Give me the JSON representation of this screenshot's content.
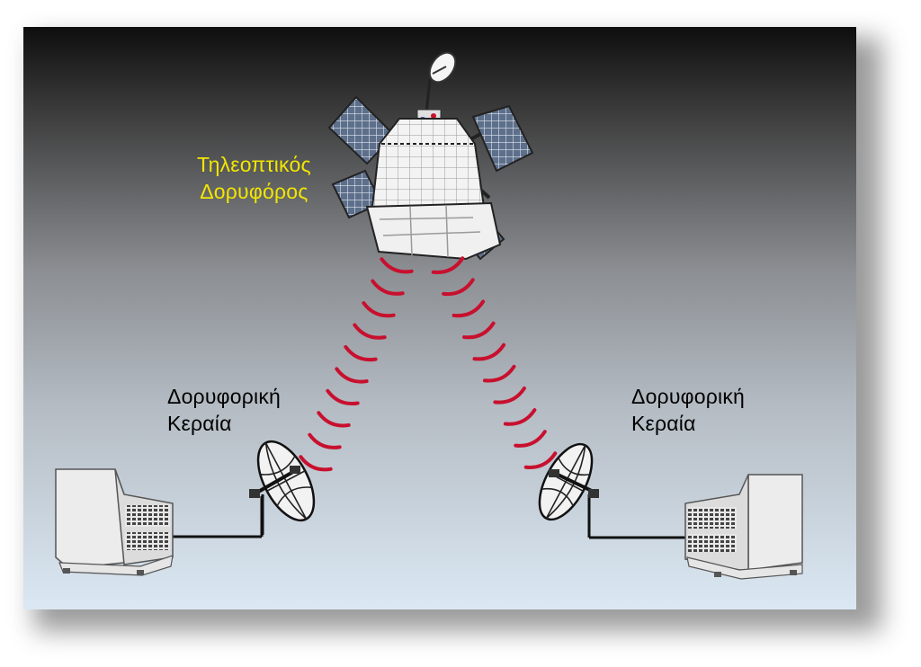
{
  "labels": {
    "satellite": "Τηλεοπτικός\nΔορυφόρος",
    "left_antenna": "Δορυφορική\nΚεραία",
    "right_antenna": "Δορυφορική\nΚεραία"
  },
  "colors": {
    "signal": "#c8102e",
    "satellite_label": "#f2e600",
    "antenna_label": "#000000"
  },
  "icons": [
    "satellite-icon",
    "satellite-dish-icon",
    "television-icon",
    "signal-wave-icon"
  ]
}
